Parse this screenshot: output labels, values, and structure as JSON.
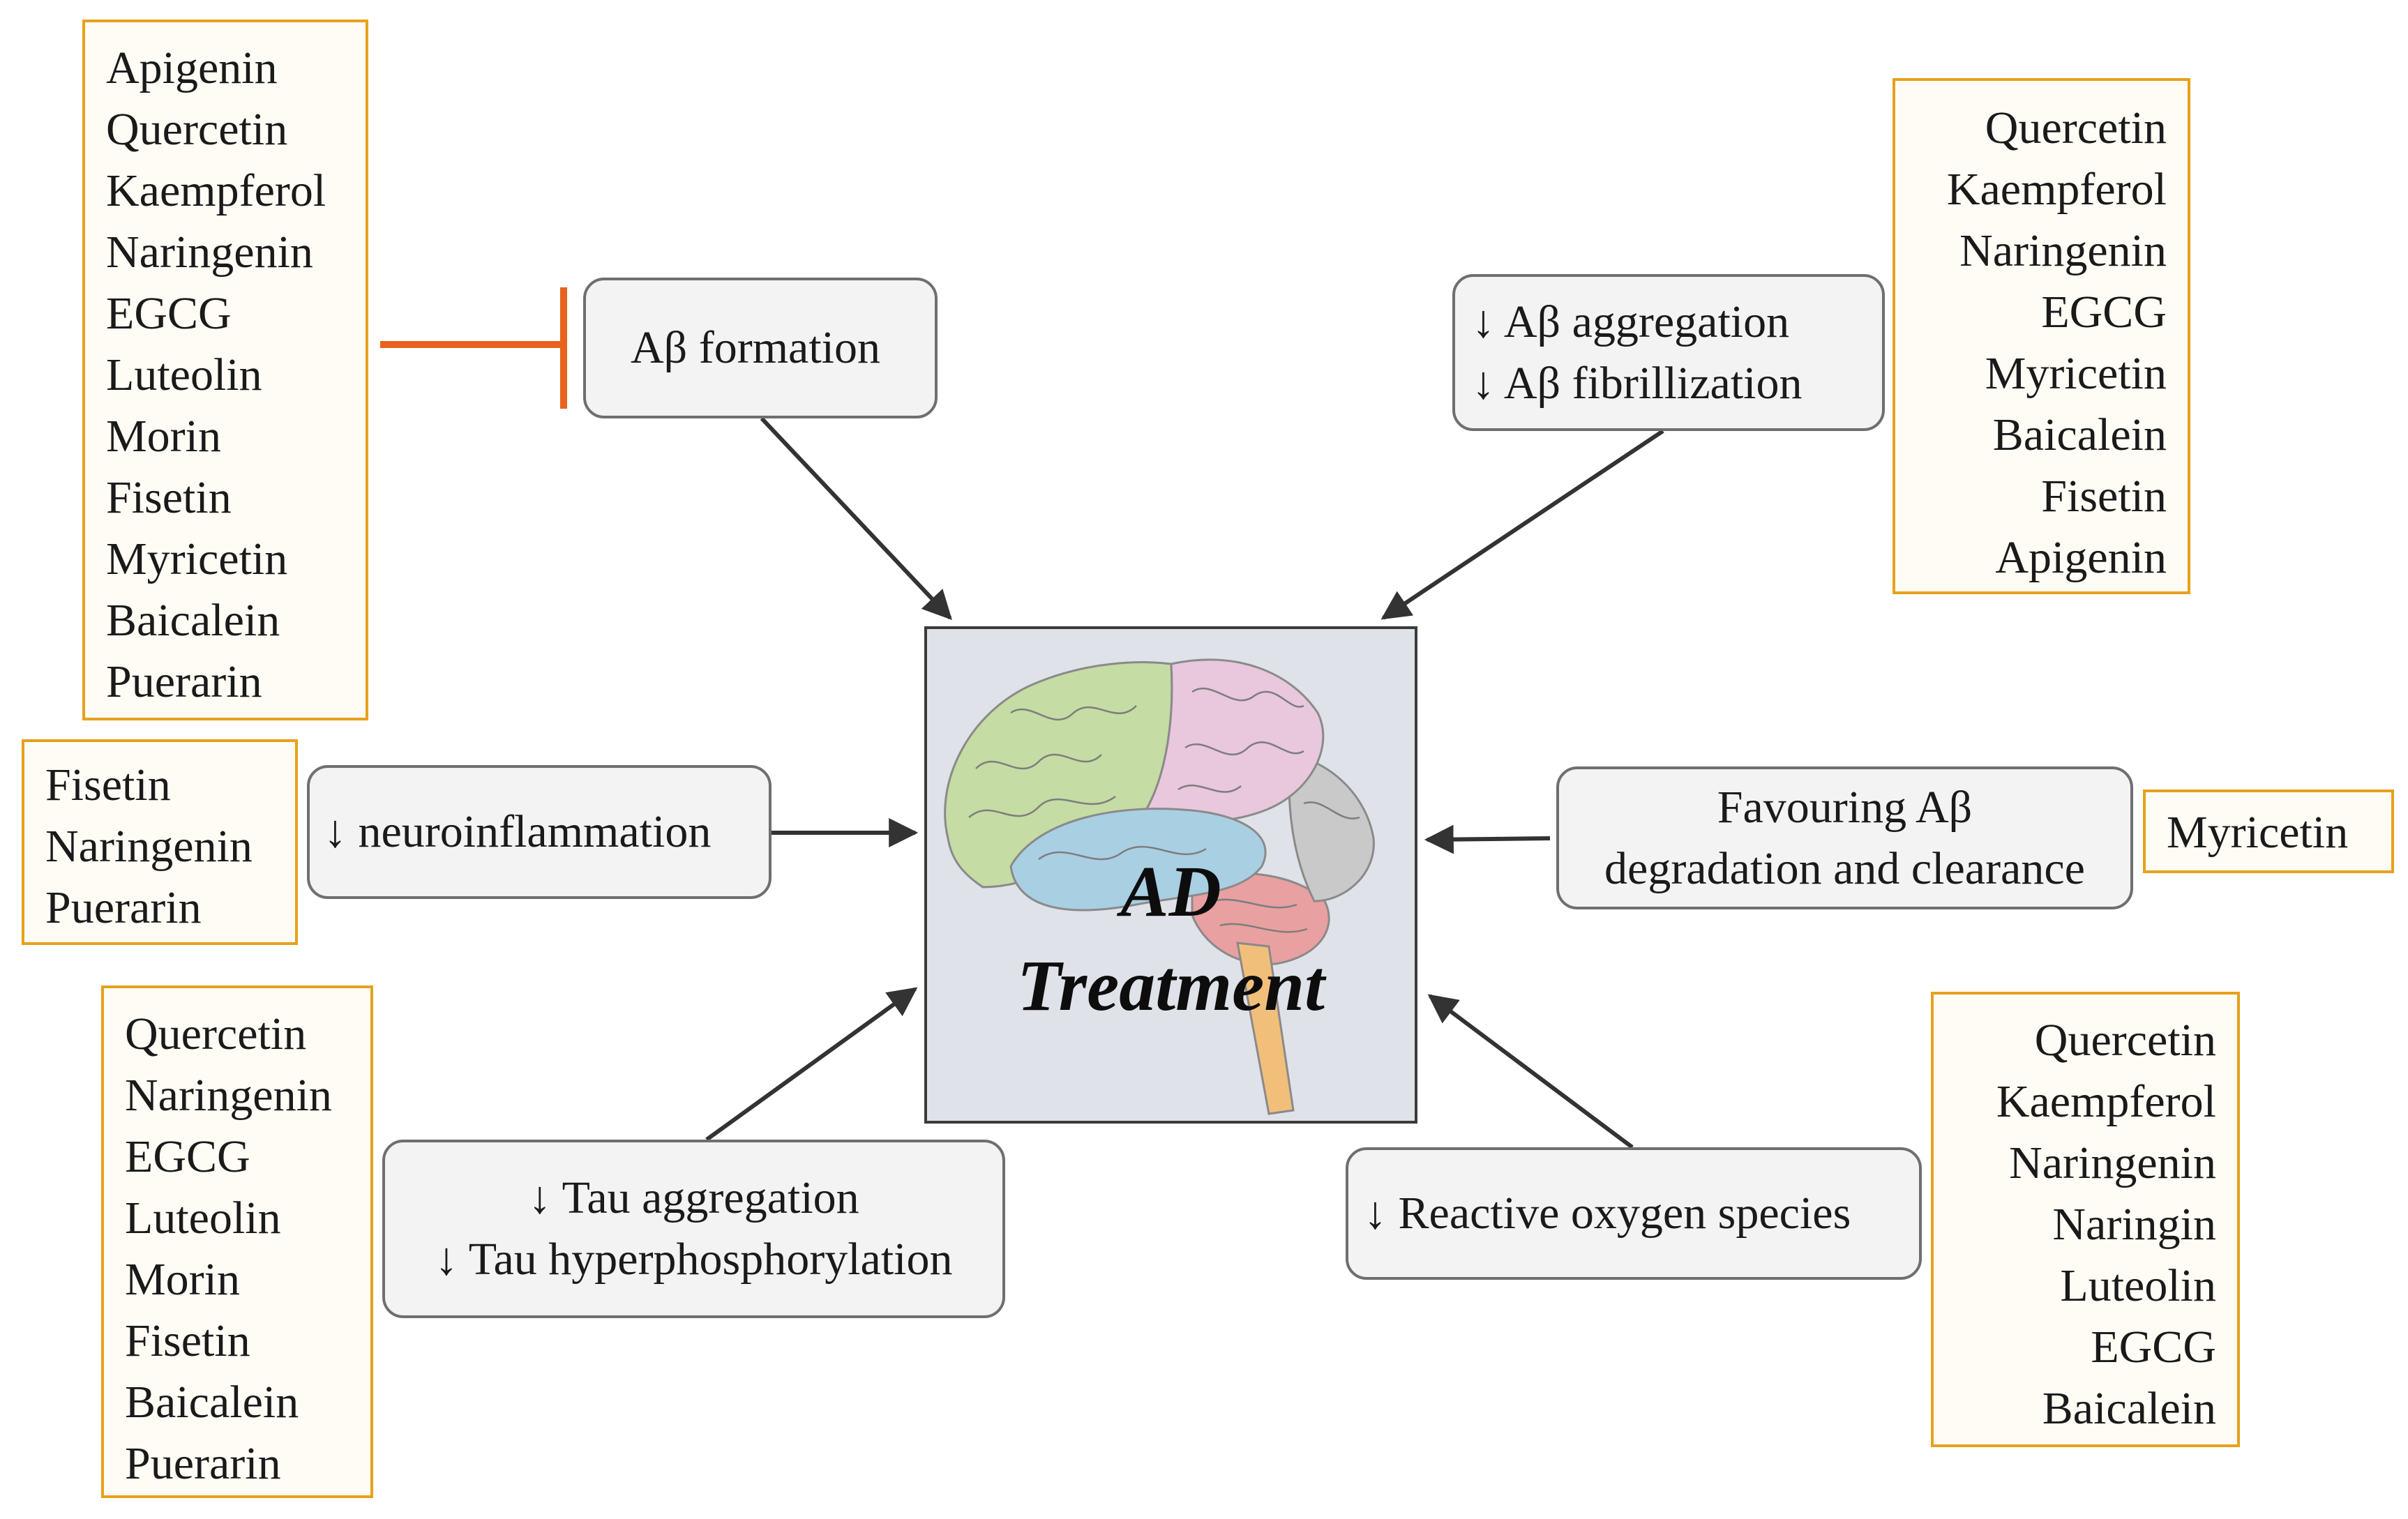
{
  "center": {
    "line1": "AD",
    "line2": "Treatment"
  },
  "lists": {
    "formation": [
      "Apigenin",
      "Quercetin",
      "Kaempferol",
      "Naringenin",
      "EGCG",
      "Luteolin",
      "Morin",
      "Fisetin",
      "Myricetin",
      "Baicalein",
      "Puerarin"
    ],
    "aggregation": [
      "Quercetin",
      "Kaempferol",
      "Naringenin",
      "EGCG",
      "Myricetin",
      "Baicalein",
      "Fisetin",
      "Apigenin"
    ],
    "neuroinflammation": [
      "Fisetin",
      "Naringenin",
      "Puerarin"
    ],
    "degradation": [
      "Myricetin"
    ],
    "tau": [
      "Quercetin",
      "Naringenin",
      "EGCG",
      "Luteolin",
      "Morin",
      "Fisetin",
      "Baicalein",
      "Puerarin"
    ],
    "ros": [
      "Quercetin",
      "Kaempferol",
      "Naringenin",
      "Naringin",
      "Luteolin",
      "EGCG",
      "Baicalein"
    ]
  },
  "processes": {
    "formation": [
      "Aβ formation"
    ],
    "aggregation": [
      "↓ Aβ aggregation",
      "↓ Aβ fibrillization"
    ],
    "neuroinflammation": [
      "↓ neuroinflammation"
    ],
    "degradation": [
      "Favouring Aβ",
      "degradation and clearance"
    ],
    "tau": [
      "↓ Tau aggregation",
      "↓ Tau hyperphosphorylation"
    ],
    "ros": [
      "↓ Reactive oxygen species"
    ]
  },
  "colors": {
    "list_border": "#e6a11c",
    "list_fill": "#fffcf5",
    "process_border": "#6f6f6f",
    "process_fill": "#f3f3f3",
    "inhibition": "#e8631c",
    "arrow": "#333333"
  }
}
